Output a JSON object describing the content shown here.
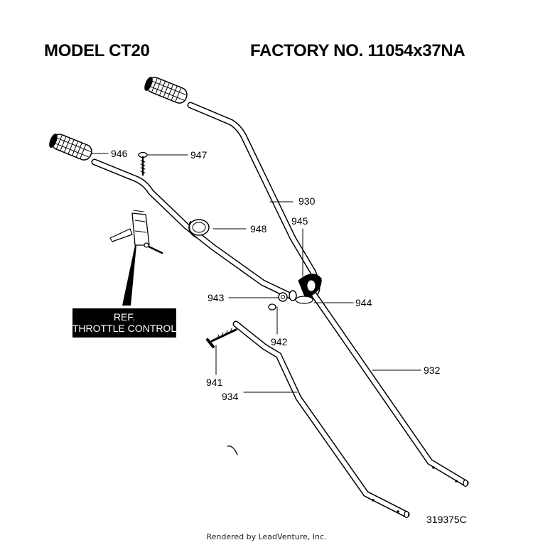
{
  "header": {
    "model": "MODEL CT20",
    "factory": "FACTORY NO. 11054x37NA"
  },
  "callouts": {
    "p946": "946",
    "p947": "947",
    "p930": "930",
    "p945": "945",
    "p948": "948",
    "p943": "943",
    "p944": "944",
    "p942": "942",
    "p932": "932",
    "p941": "941",
    "p934": "934"
  },
  "reference_box": {
    "line1": "REF.",
    "line2": "THROTTLE CONTROL"
  },
  "diagram_code": "319375C",
  "footer": "Rendered by LeadVenture, Inc."
}
